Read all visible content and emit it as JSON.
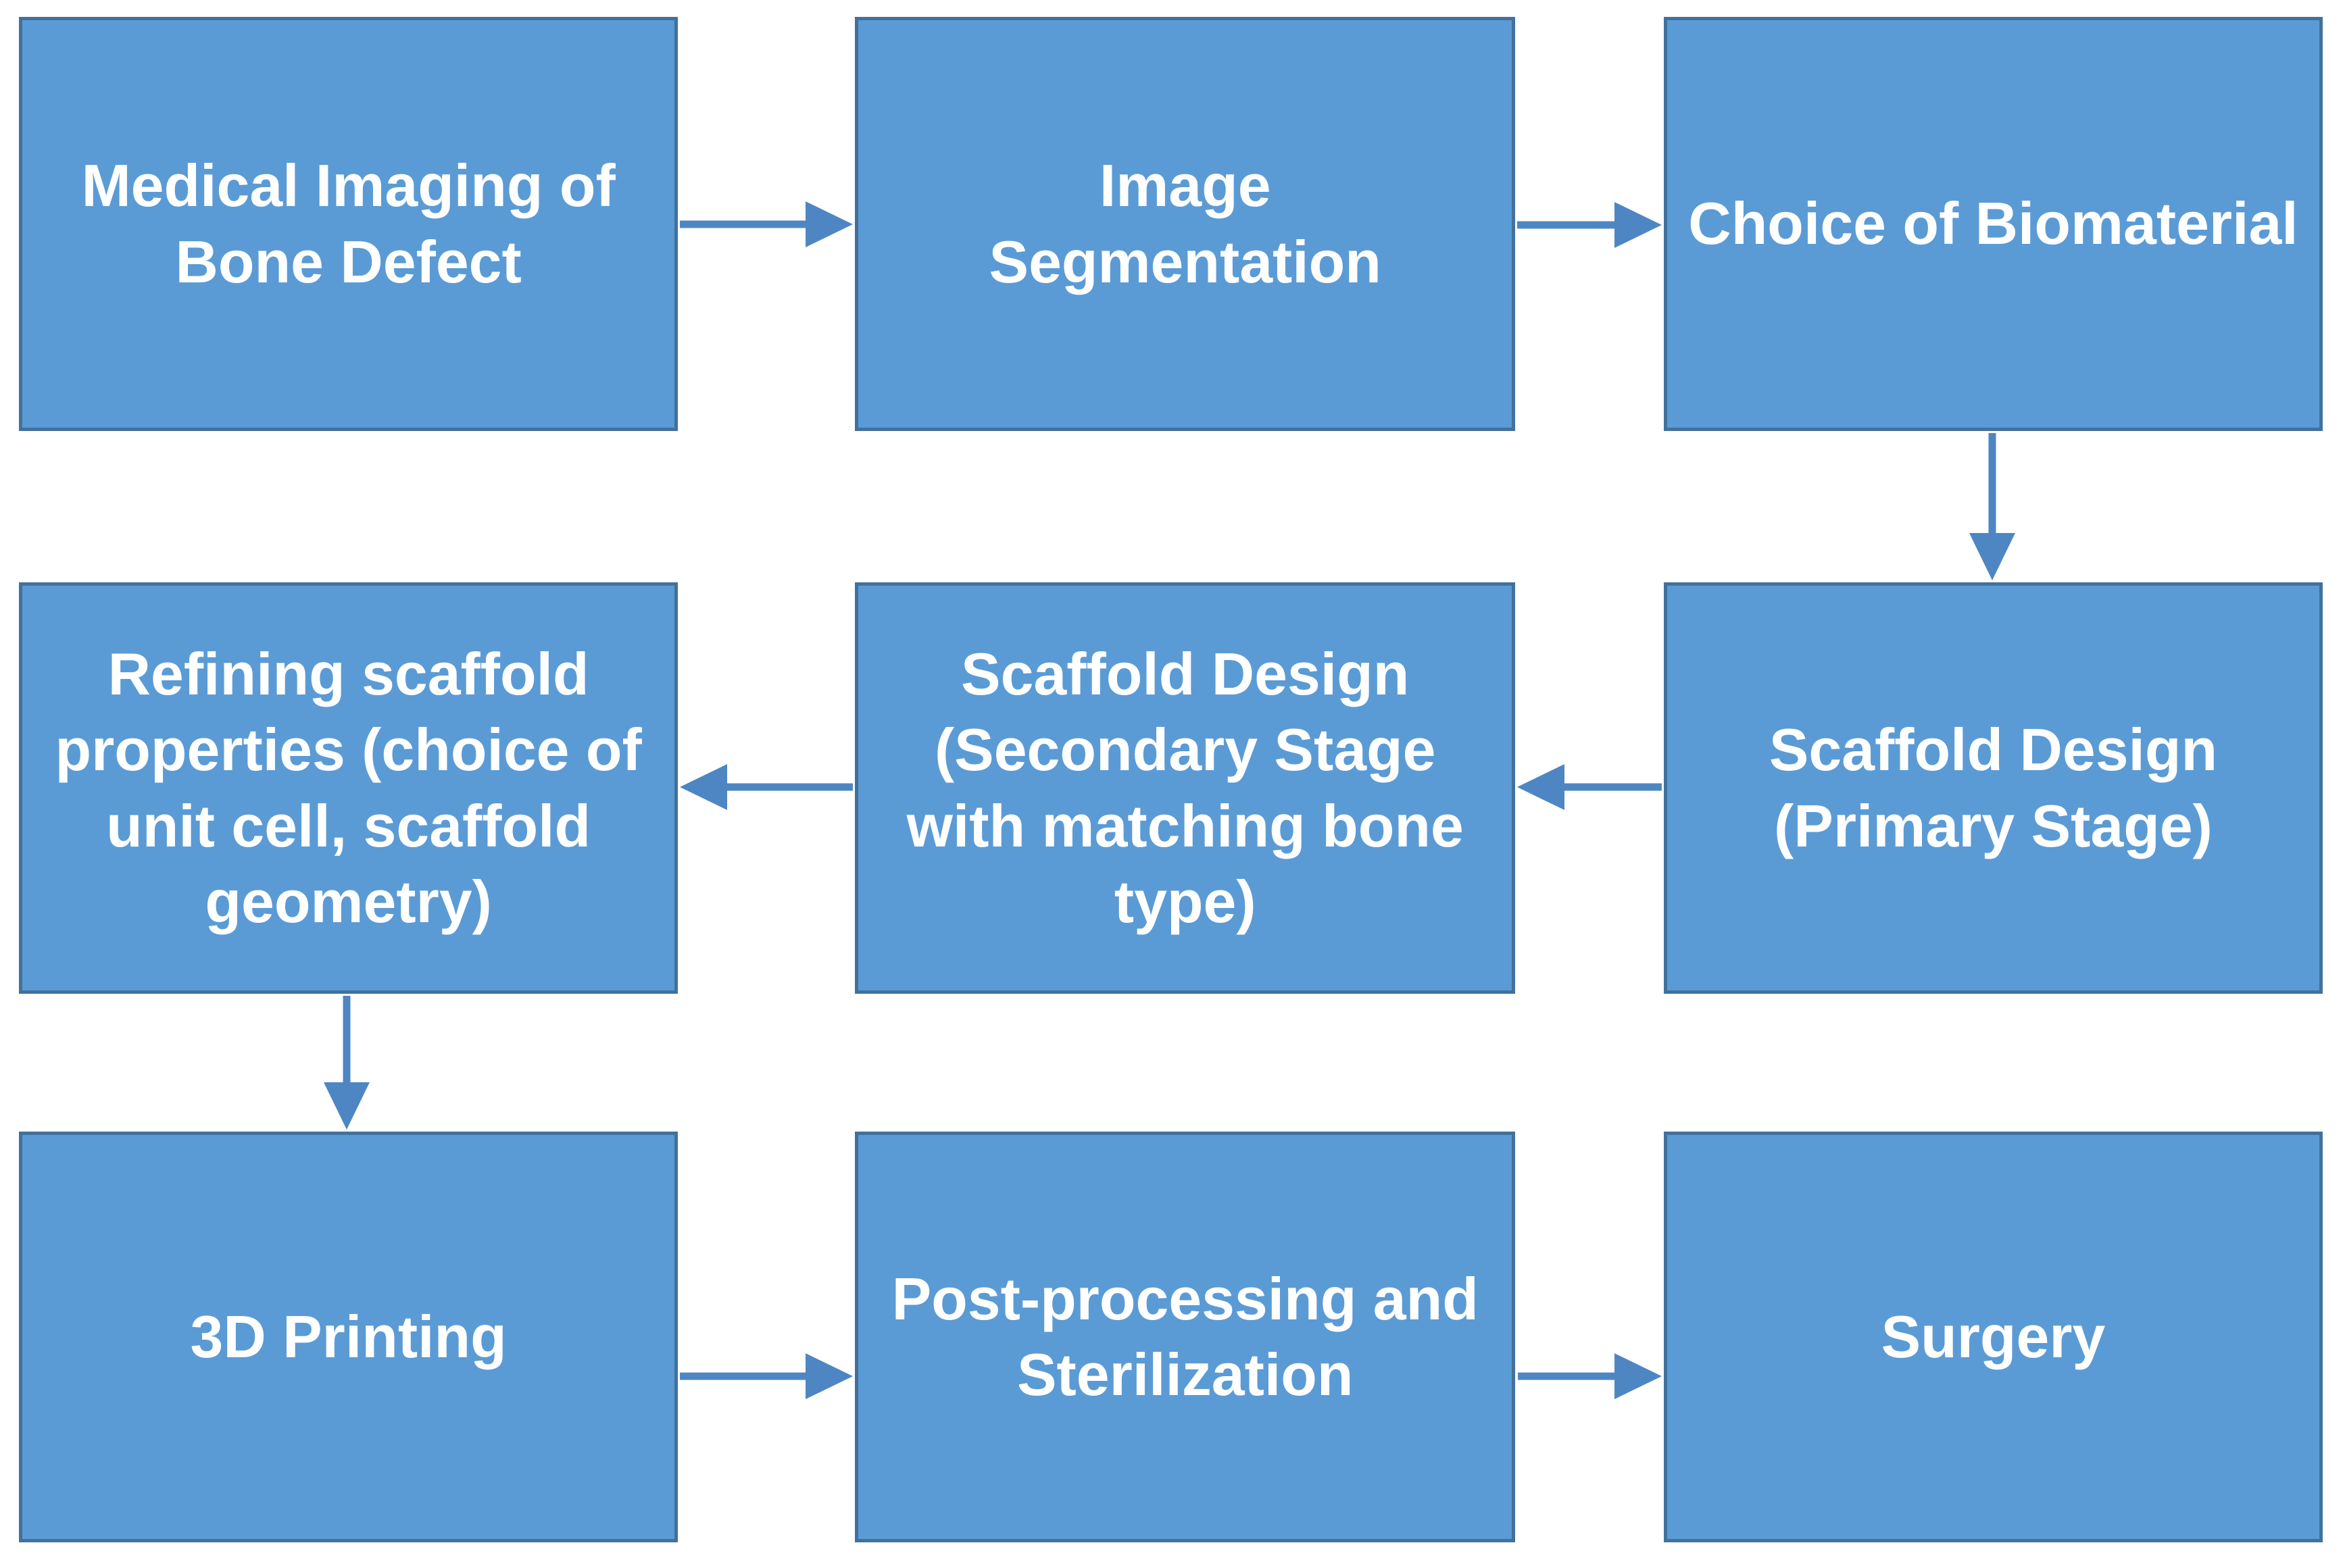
{
  "figure": {
    "type": "flowchart",
    "description": "Workflow for patient-specific 3D printed bone scaffold, from medical imaging to surgery",
    "background": "#ffffff"
  },
  "theme": {
    "box_fill": "#5b9bd5",
    "box_border": "#41719c",
    "arrow_color": "#4e86c4",
    "text_color": "#ffffff"
  },
  "nodes": [
    {
      "id": "medical-imaging",
      "label": "Medical Imaging of Bone Defect",
      "lines": [
        "Medical Imaging of",
        "Bone Defect"
      ]
    },
    {
      "id": "image-segmentation",
      "label": "Image Segmentation",
      "lines": [
        "Image",
        "Segmentation"
      ]
    },
    {
      "id": "choice-of-biomaterial",
      "label": "Choice of Biomaterial",
      "lines": [
        "Choice of Biomaterial"
      ]
    },
    {
      "id": "refining-scaffold-properties",
      "label": "Refining scaffold properties (choice of unit cell, scaffold geometry)",
      "lines": [
        "Refining scaffold",
        "properties (choice of",
        "unit cell, scaffold",
        "geometry)"
      ]
    },
    {
      "id": "scaffold-design-secondary",
      "label": "Scaffold Design (Secondary Stage with matching bone type)",
      "lines": [
        "Scaffold Design",
        "(Secondary Stage",
        "with matching bone",
        "type)"
      ]
    },
    {
      "id": "scaffold-design-primary",
      "label": "Scaffold Design (Primary Stage)",
      "lines": [
        "Scaffold Design",
        "(Primary Stage)"
      ]
    },
    {
      "id": "3d-printing",
      "label": "3D Printing",
      "lines": [
        "3D Printing"
      ]
    },
    {
      "id": "post-processing",
      "label": "Post-processing and Sterilization",
      "lines": [
        "Post-processing and",
        "Sterilization"
      ]
    },
    {
      "id": "surgery",
      "label": "Surgery",
      "lines": [
        "Surgery"
      ]
    }
  ],
  "edges": [
    {
      "from": "medical-imaging",
      "to": "image-segmentation",
      "direction": "right"
    },
    {
      "from": "image-segmentation",
      "to": "choice-of-biomaterial",
      "direction": "right"
    },
    {
      "from": "choice-of-biomaterial",
      "to": "scaffold-design-primary",
      "direction": "down"
    },
    {
      "from": "scaffold-design-primary",
      "to": "scaffold-design-secondary",
      "direction": "left"
    },
    {
      "from": "scaffold-design-secondary",
      "to": "refining-scaffold-properties",
      "direction": "left"
    },
    {
      "from": "refining-scaffold-properties",
      "to": "3d-printing",
      "direction": "down"
    },
    {
      "from": "3d-printing",
      "to": "post-processing",
      "direction": "right"
    },
    {
      "from": "post-processing",
      "to": "surgery",
      "direction": "right"
    }
  ]
}
